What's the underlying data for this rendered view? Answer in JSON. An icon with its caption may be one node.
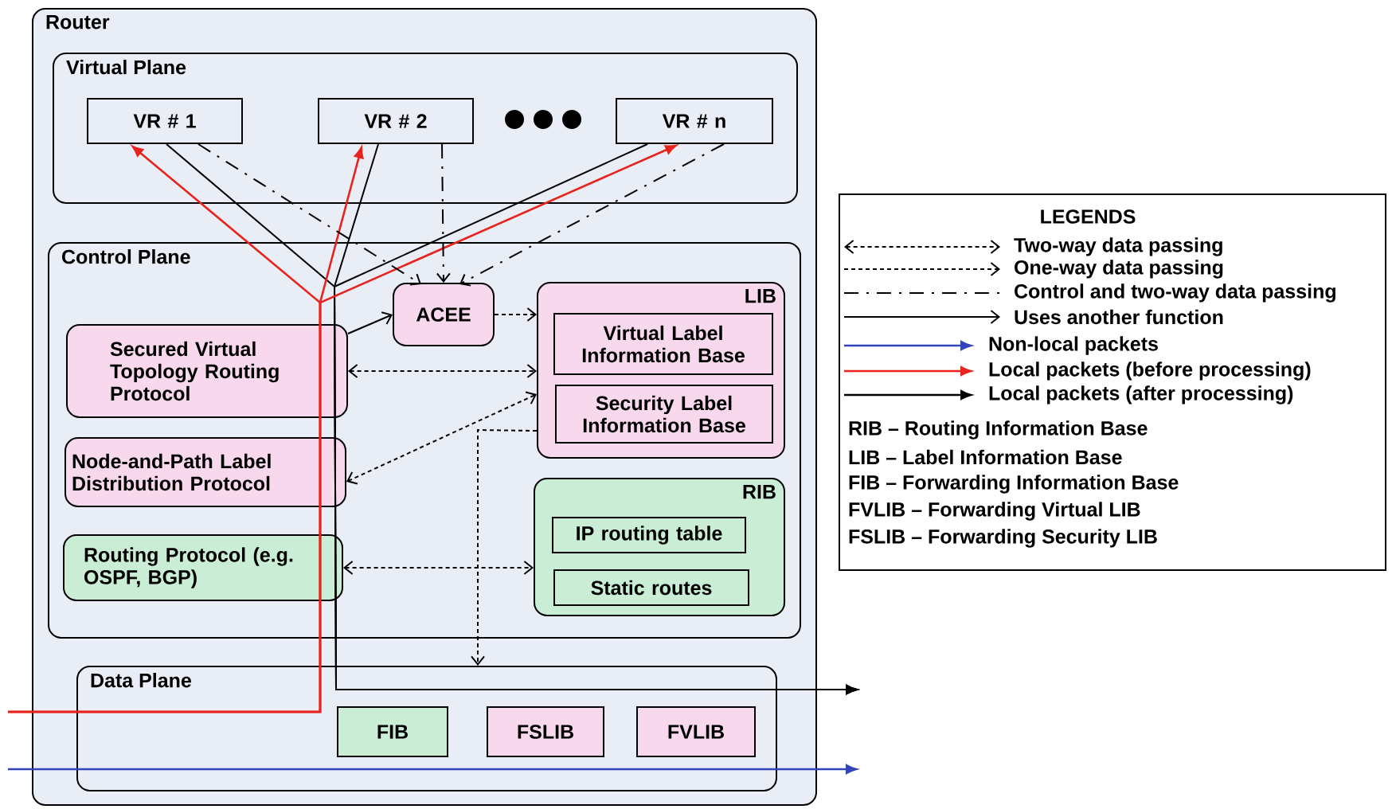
{
  "diagram": {
    "nodes": [
      {
        "text": [
          "Router"
        ]
      },
      {
        "text": [
          "Virtual Plane"
        ],
        "in": 0
      },
      {
        "text": [
          "VR # 1"
        ],
        "in": 1
      },
      {
        "text": [
          "VR # 2"
        ],
        "in": 1
      },
      {
        "text": [
          "VR # n"
        ],
        "in": 1
      },
      {
        "text": [
          "Control Plane"
        ],
        "in": 0
      },
      {
        "text": [
          "ACEE"
        ],
        "in": 5
      },
      {
        "text": [
          "LIB"
        ],
        "in": 5
      },
      {
        "text": [
          "Virtual Label Information Base"
        ],
        "in": 7
      },
      {
        "text": [
          "Security Label Information Base"
        ],
        "in": 7
      },
      {
        "text": [
          "Secured Virtual Topology Routing Protocol"
        ],
        "in": 5
      },
      {
        "text": [
          "Node-and-Path Label Distribution Protocol"
        ],
        "in": 5
      },
      {
        "text": [
          "Routing Protocol (e.g. OSPF, BGP)"
        ],
        "in": 5
      },
      {
        "text": [
          "RIB"
        ],
        "in": 5
      },
      {
        "text": [
          "IP routing table"
        ],
        "in": 13
      },
      {
        "text": [
          "Static routes"
        ],
        "in": 13
      },
      {
        "text": [
          "Data Plane"
        ],
        "in": 0
      },
      {
        "text": [
          "FIB"
        ],
        "in": 16
      },
      {
        "text": [
          "FSLIB"
        ],
        "in": 16
      },
      {
        "text": [
          "FVLIB"
        ],
        "in": 16
      }
    ],
    "edges": [
      {
        "from": 2,
        "to": null,
        "arrow": "to"
      },
      {
        "from": 3,
        "to": null,
        "arrow": "to"
      },
      {
        "from": 4,
        "to": null,
        "arrow": "to"
      },
      {
        "from": null,
        "to": 2,
        "arrow": "to",
        "color": "#e8231e"
      },
      {
        "from": null,
        "to": 3,
        "arrow": "to",
        "color": "#e8231e"
      },
      {
        "from": null,
        "to": 4,
        "arrow": "to",
        "color": "#e8231e"
      },
      {
        "from": 2,
        "to": 6,
        "arrow": "to",
        "style": "dashed"
      },
      {
        "from": 3,
        "to": 6,
        "arrow": "to",
        "style": "dashed"
      },
      {
        "from": 4,
        "to": 6,
        "arrow": "to",
        "style": "dashed"
      },
      {
        "from": 10,
        "to": 6,
        "arrow": "to"
      },
      {
        "from": 6,
        "to": 7,
        "arrow": "to",
        "style": "dashed"
      },
      {
        "from": 10,
        "to": 7,
        "arrow": "both",
        "style": "dashed"
      },
      {
        "from": 11,
        "to": 7,
        "arrow": "both",
        "style": "dashed"
      },
      {
        "from": 12,
        "to": 13,
        "arrow": "both",
        "style": "dashed"
      },
      {
        "from": 7,
        "to": 16,
        "arrow": "to",
        "style": "dashed"
      }
    ],
    "labels": [
      "LEGENDS",
      "RIB – Routing Information Base",
      "LIB – Label Information Base",
      "FIB – Forwarding Information Base",
      "FVLIB – Forwarding Virtual LIB",
      "FSLIB – Forwarding Security LIB"
    ],
    "legend": [
      {
        "text": "Two-way data passing"
      },
      {
        "text": "One-way data passing"
      },
      {
        "text": "Control and two-way data passing"
      },
      {
        "text": "Uses another function"
      },
      {
        "text": "Non-local packets"
      },
      {
        "text": "Local packets (before processing)"
      },
      {
        "text": "Local packets (after processing)"
      }
    ]
  }
}
